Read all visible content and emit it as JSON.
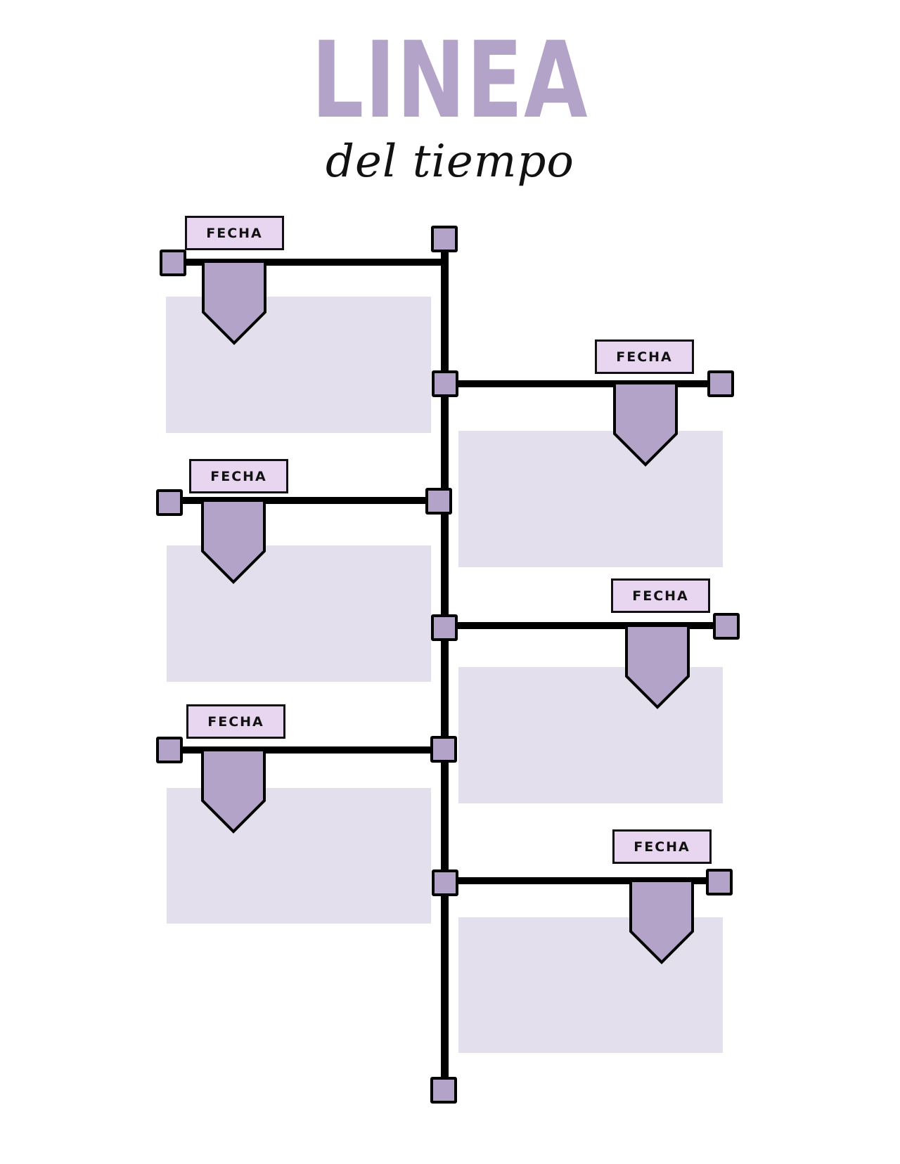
{
  "title": {
    "main": "LINEA",
    "subtitle": "del tiempo"
  },
  "colors": {
    "accent_purple": "#b3a3c9",
    "label_fill": "#e8d6f0",
    "content_box_fill": "#e4dfec",
    "line_color": "#000000",
    "background": "#ffffff"
  },
  "timeline": {
    "events": [
      {
        "side": "left",
        "date_label": "FECHA",
        "content": ""
      },
      {
        "side": "right",
        "date_label": "FECHA",
        "content": ""
      },
      {
        "side": "left",
        "date_label": "FECHA",
        "content": ""
      },
      {
        "side": "right",
        "date_label": "FECHA",
        "content": ""
      },
      {
        "side": "left",
        "date_label": "FECHA",
        "content": ""
      },
      {
        "side": "right",
        "date_label": "FECHA",
        "content": ""
      }
    ]
  }
}
